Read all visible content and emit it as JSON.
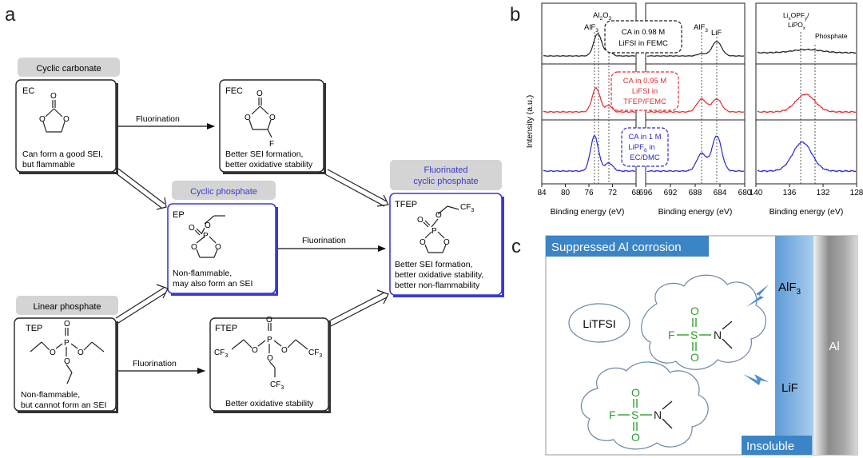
{
  "panels": {
    "a": "a",
    "b": "b",
    "c": "c"
  },
  "panel_a": {
    "headers": {
      "cyclic_carbonate": "Cyclic carbonate",
      "cyclic_phosphate": "Cyclic phosphate",
      "fluorinated_cyclic_phosphate_1": "Fluorinated",
      "fluorinated_cyclic_phosphate_2": "cyclic phosphate",
      "linear_phosphate": "Linear phosphate"
    },
    "arrow_label": "Fluorination",
    "boxes": {
      "ec": {
        "name": "EC",
        "desc1": "Can form a good SEI,",
        "desc2": "but flammable"
      },
      "fec": {
        "name": "FEC",
        "desc1": "Better SEI formation,",
        "desc2": "better oxidative stability"
      },
      "ep": {
        "name": "EP",
        "desc1": "Non-flammable,",
        "desc2": "may also form an SEI"
      },
      "tfep": {
        "name": "TFEP",
        "desc1": "Better SEI formation,",
        "desc2": "better oxidative stability,",
        "desc3": "better non-flammability"
      },
      "tep": {
        "name": "TEP",
        "desc1": "Non-flammable,",
        "desc2": "but cannot form an SEI"
      },
      "ftep": {
        "name": "FTEP",
        "desc1": "Better oxidative stability"
      }
    },
    "atoms": {
      "O": "O",
      "P": "P",
      "F": "F",
      "CF3": "CF",
      "sub3": "3"
    }
  },
  "panel_b": {
    "ylabel": "Intensity (a.u.)",
    "xlabel": "Binding energy (eV)",
    "axis1_ticks": [
      "84",
      "80",
      "76",
      "72",
      "68"
    ],
    "axis2_ticks": [
      "696",
      "692",
      "688",
      "684",
      "680"
    ],
    "axis3_ticks": [
      "140",
      "136",
      "132",
      "128"
    ],
    "peak_labels": {
      "alf3_left": "AlF",
      "al2o3": "Al",
      "al": "Al",
      "alf3_right": "AlF",
      "lif": "LiF",
      "lixopfy": "Li",
      "lipox": "LiPO",
      "phosphate": "Phosphate"
    },
    "callouts": {
      "black": [
        "CA in 0.98 M",
        "LiFSI in FEMC"
      ],
      "red": [
        "CA in 0.95 M",
        "LiFSI in",
        "TFEP/FEMC"
      ],
      "blue": [
        "CA in 1 M",
        "LiPF",
        "in",
        "EC/DMC"
      ]
    },
    "colors": {
      "black": "#222222",
      "red": "#e03030",
      "blue": "#2a2ad0"
    }
  },
  "panel_c": {
    "banner": "Suppressed Al corrosion",
    "lithium_salt": "LiTFSI",
    "alf3": "AlF",
    "lif": "LiF",
    "al": "Al",
    "insoluble": "Insoluble",
    "anion_atoms": {
      "F": "F",
      "S": "S",
      "O": "O",
      "N": "N"
    },
    "colors": {
      "banner": "#3b84c6",
      "anion": "#2e9e2e"
    }
  }
}
